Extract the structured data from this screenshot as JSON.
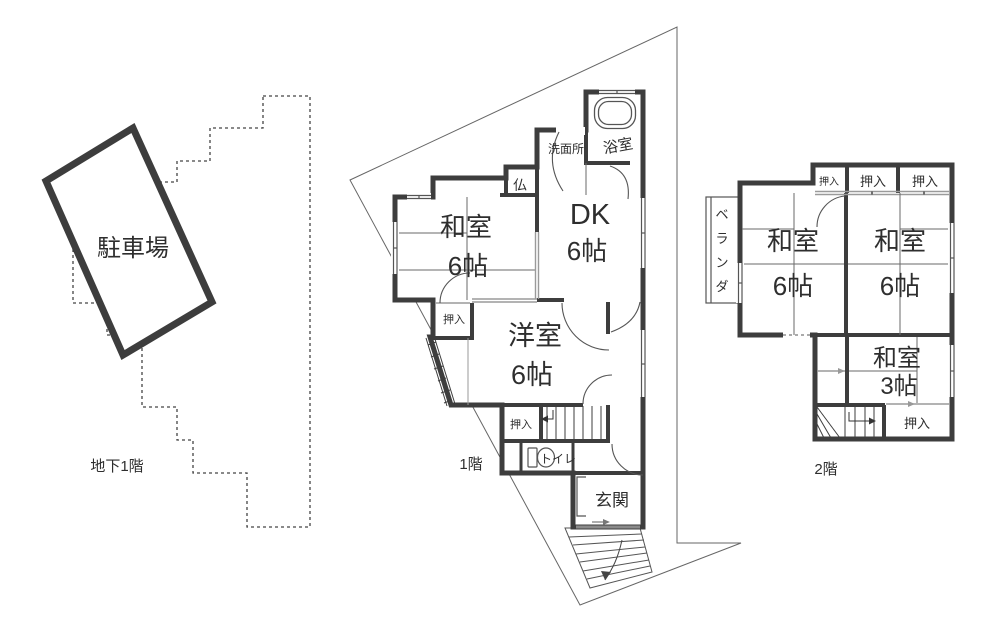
{
  "colors": {
    "wall": "#3d3d3d",
    "thin": "#555555",
    "gray": "#999999",
    "text": "#2e2e2e",
    "background": "#ffffff"
  },
  "basement": {
    "floor_label": "地下1階",
    "parking_label": "駐車場"
  },
  "floor1": {
    "floor_label": "1階",
    "washitsu": "和室",
    "washitsu_size": "6帖",
    "dk": "DK",
    "dk_size": "6帖",
    "yoshitsu": "洋室",
    "yoshitsu_size": "6帖",
    "butsudan": "仏",
    "senmenjo": "洗面所",
    "yokushitsu": "浴室",
    "oshiire_a": "押入",
    "oshiire_b": "押入",
    "toire": "トイレ",
    "genkan": "玄関"
  },
  "floor2": {
    "floor_label": "2階",
    "washitsu_left": "和室",
    "washitsu_left_size": "6帖",
    "washitsu_right": "和室",
    "washitsu_right_size": "6帖",
    "washitsu_small": "和室",
    "washitsu_small_size": "3帖",
    "oshiire_a": "押入",
    "oshiire_b": "押入",
    "oshiire_c": "押入",
    "oshiire_d": "押入",
    "veranda_chars": [
      "ベ",
      "ラ",
      "ン",
      "ダ"
    ]
  }
}
